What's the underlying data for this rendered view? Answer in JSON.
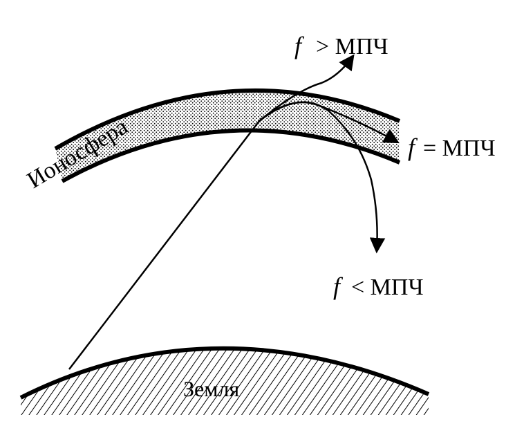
{
  "labels": {
    "ionosphere": "Ионосфера",
    "earth": "Земля",
    "f_symbol": "f",
    "above": "> МПЧ",
    "equal": "= МПЧ",
    "below": "< МПЧ"
  },
  "colors": {
    "ink": "#000000",
    "background": "#ffffff"
  }
}
